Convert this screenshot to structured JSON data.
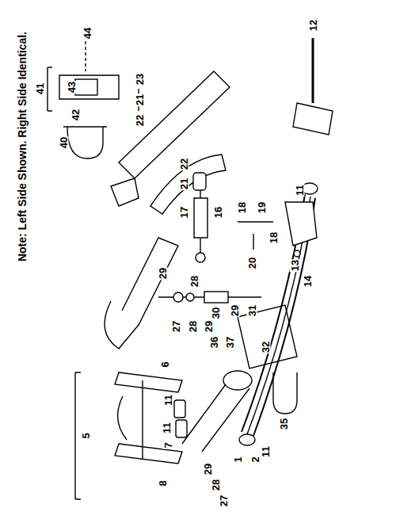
{
  "diagram": {
    "labels": [
      "Note: Left Side Shown. Right Side Identical.",
      "43",
      "41",
      "42",
      "40",
      "44",
      "12",
      "23",
      "21",
      "22",
      "22",
      "21",
      "17",
      "16",
      "11",
      "18",
      "19",
      "18",
      "20",
      "13",
      "14",
      "27",
      "28",
      "29",
      "29",
      "28",
      "30",
      "29",
      "31",
      "36",
      "37",
      "32",
      "6",
      "11",
      "11",
      "35",
      "11",
      "7",
      "1",
      "2",
      "29",
      "28",
      "27",
      "5",
      "8"
    ]
  }
}
